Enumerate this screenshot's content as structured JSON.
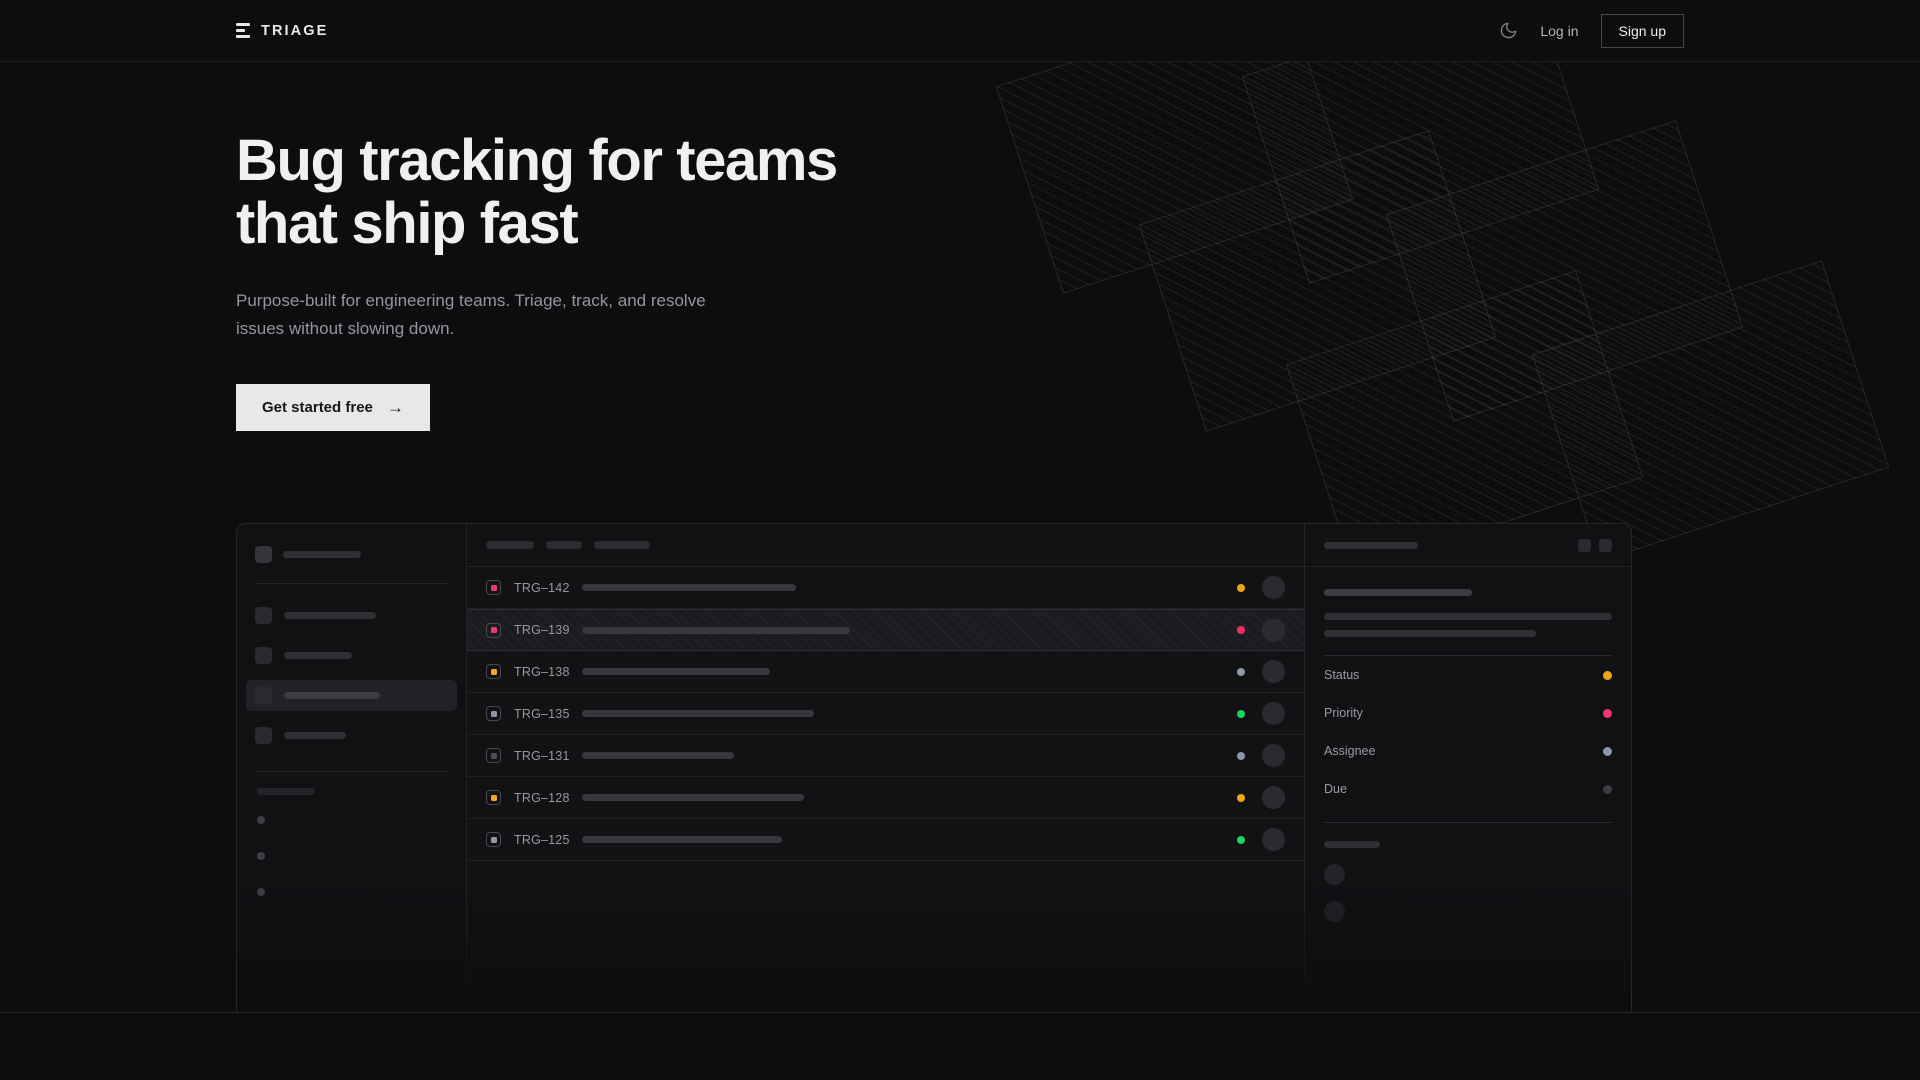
{
  "header": {
    "brand": "TRIAGE",
    "brand_icon": "stacked-bars-icon",
    "theme_toggle_icon": "moon-icon",
    "login_label": "Log in",
    "signup_label": "Sign up"
  },
  "hero": {
    "headline_line1": "Bug tracking for teams",
    "headline_line2": "that ship fast",
    "subhead_line1": "Purpose-built for engineering teams. Triage, track, and",
    "subhead_line2": "resolve issues without slowing down.",
    "cta_label": "Get started free",
    "cta_arrow": "→"
  },
  "mockup": {
    "sidebar": {
      "workspace_label_width": 78,
      "nav_widths": [
        92,
        68,
        96,
        62
      ],
      "active_index": 2,
      "section_label_width": 58,
      "sub_items": 3
    },
    "toolbar": {
      "pill_widths": [
        48,
        36,
        56
      ]
    },
    "list": {
      "columns": [
        "priority",
        "id",
        "title",
        "status",
        "assignee"
      ],
      "rows": [
        {
          "id": "TRG–142",
          "priority_color": "#f2376f",
          "title_width": 214,
          "status_color": "#f0a417",
          "selected": false
        },
        {
          "id": "TRG–139",
          "priority_color": "#f2376f",
          "title_width": 268,
          "status_color": "#ef2f63",
          "selected": true
        },
        {
          "id": "TRG–138",
          "priority_color": "#f5a623",
          "title_width": 188,
          "status_color": "#8c97ab",
          "selected": false
        },
        {
          "id": "TRG–135",
          "priority_color": "#8c97ab",
          "title_width": 232,
          "status_color": "#19d45d",
          "selected": false
        },
        {
          "id": "TRG–131",
          "priority_color": "#4a4d53",
          "title_width": 152,
          "status_color": "#8c97ab",
          "selected": false
        },
        {
          "id": "TRG–128",
          "priority_color": "#f5a623",
          "title_width": 222,
          "status_color": "#f0a417",
          "selected": false
        },
        {
          "id": "TRG–125",
          "priority_color": "#8c97ab",
          "title_width": 200,
          "status_color": "#19d45d",
          "selected": false
        }
      ]
    },
    "detail": {
      "header_bar_width": 94,
      "buttons": 2,
      "title_bar_width": 148,
      "desc_line_widths": [
        288,
        212
      ],
      "properties": [
        {
          "label": "Status",
          "value_color": "#f0a417"
        },
        {
          "label": "Priority",
          "value_color": "#f2376f"
        },
        {
          "label": "Assignee",
          "value_color": "#8c97ab"
        },
        {
          "label": "Due",
          "value_color": "#3a3c42"
        }
      ],
      "activity_label_width": 56,
      "comment_avatars": 2
    }
  },
  "colors": {
    "page_bg": "#0d0d0f",
    "panel_bg": "#121215",
    "border": "#26272b",
    "text_primary": "#f0f0f2",
    "text_muted": "#95969c",
    "cta_bg": "#e8e8ea",
    "accent_red": "#f2376f",
    "accent_orange": "#f5a623",
    "accent_green": "#19d45d",
    "accent_blue_gray": "#8c97ab"
  }
}
